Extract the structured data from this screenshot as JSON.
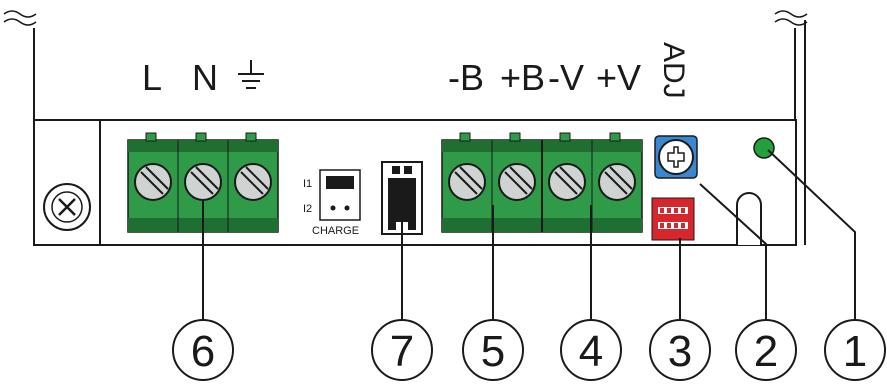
{
  "top_labels": {
    "L": "L",
    "N": "N",
    "negB": "-B",
    "posB": "+B",
    "negV": "-V",
    "posV": "+V",
    "adj": "ADJ"
  },
  "jumper": {
    "i1": "I1",
    "i2": "I2",
    "charge": "CHARGE"
  },
  "callouts": [
    "6",
    "7",
    "5",
    "4",
    "3",
    "2",
    "1"
  ],
  "colors": {
    "terminal_green": "#2f9a48",
    "terminal_dark": "#1f6f33",
    "pot_blue": "#3a86d1",
    "dip_red": "#d8262d",
    "led_green": "#22a03a",
    "line": "#1a1a1a"
  }
}
